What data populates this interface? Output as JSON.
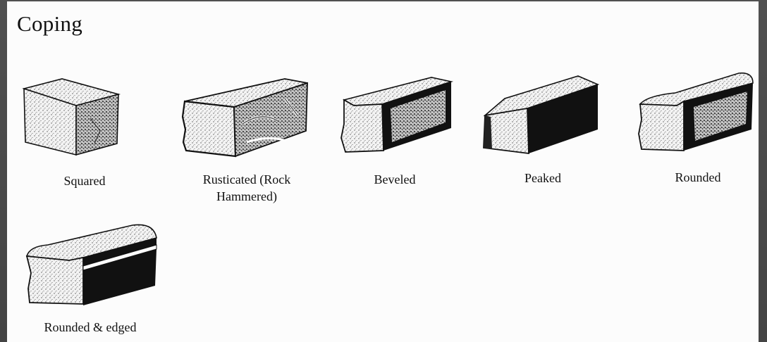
{
  "title": "Coping",
  "items": [
    {
      "label": "Squared"
    },
    {
      "label": "Rusticated (Rock Hammered)"
    },
    {
      "label": "Beveled"
    },
    {
      "label": "Peaked"
    },
    {
      "label": "Rounded"
    },
    {
      "label": "Rounded & edged"
    }
  ],
  "colors": {
    "background": "#fcfcfc",
    "frame": "#4a4a4a",
    "ink": "#111111"
  }
}
